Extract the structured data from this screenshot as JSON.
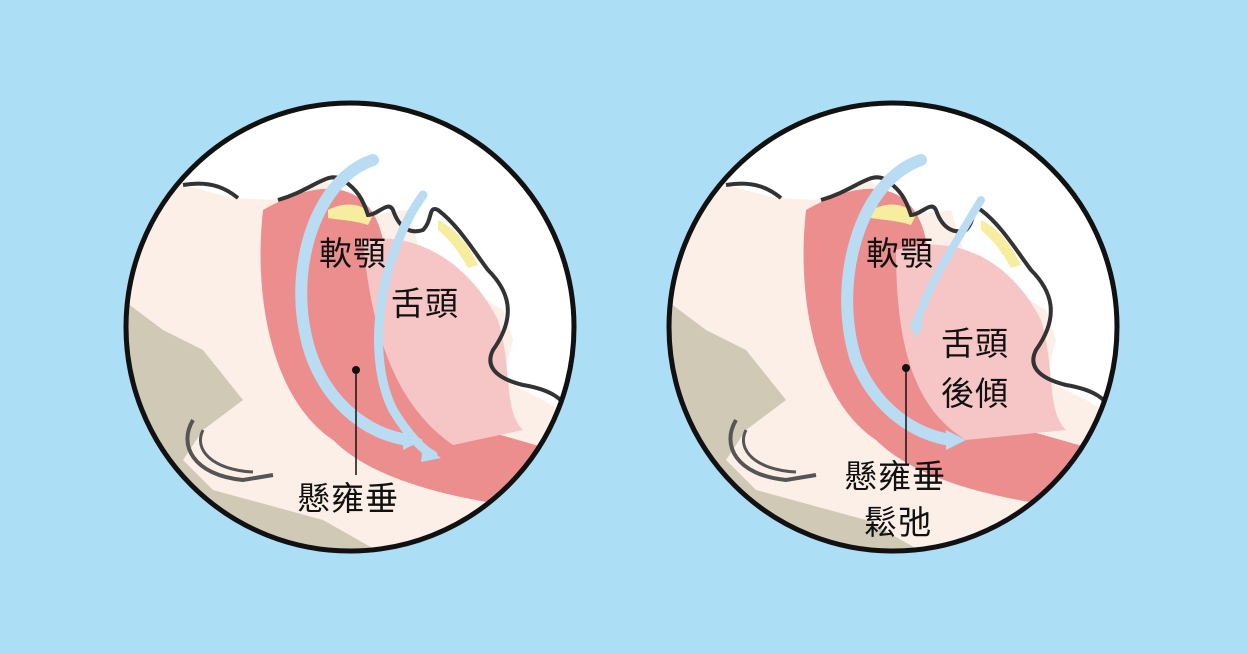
{
  "colors": {
    "background": "#acdef6",
    "circle_border": "#111111",
    "skin": "#fcefe8",
    "tissue": "#ec8e8e",
    "tissue_light": "#f6c6c6",
    "airflow": "#b9dcf2",
    "hair": "#cfc9b6",
    "teeth": "#f6ed9e"
  },
  "panels": [
    {
      "name": "normal-airway",
      "labels": {
        "soft_palate": "軟顎",
        "tongue": "舌頭",
        "uvula": "懸雍垂"
      }
    },
    {
      "name": "obstructed-airway",
      "labels": {
        "soft_palate": "軟顎",
        "tongue_line1": "舌頭",
        "tongue_line2": "後傾",
        "uvula_line1": "懸雍垂",
        "uvula_line2": "鬆弛"
      }
    }
  ]
}
